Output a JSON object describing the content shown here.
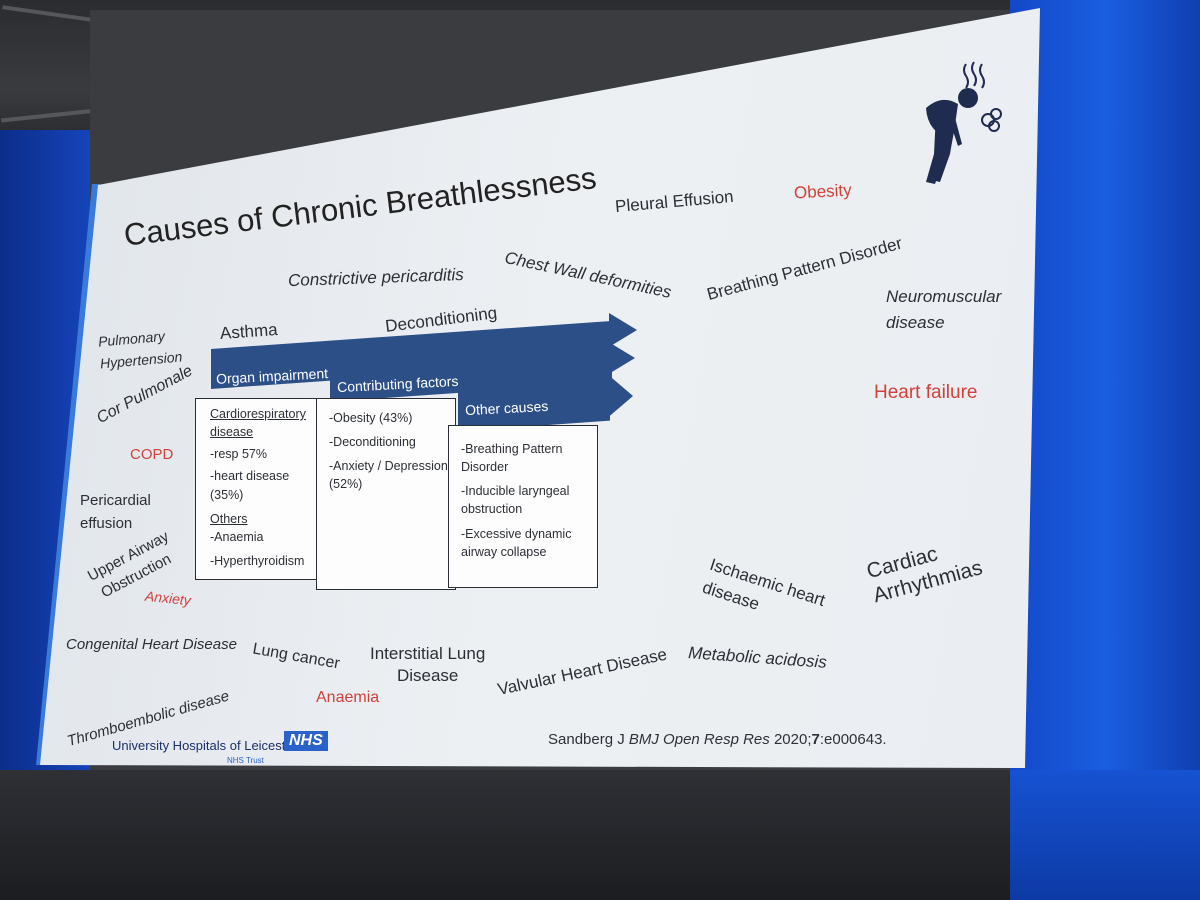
{
  "slide": {
    "title": "Causes of Chronic Breathlessness",
    "terms": {
      "pleural_effusion": "Pleural Effusion",
      "obesity": "Obesity",
      "chest_wall": "Chest Wall deformities",
      "breathing_pattern": "Breathing Pattern Disorder",
      "constrictive": "Constrictive pericarditis",
      "neuromuscular_1": "Neuromuscular",
      "neuromuscular_2": "disease",
      "pulm_hyp_1": "Pulmonary",
      "pulm_hyp_2": "Hypertension",
      "asthma": "Asthma",
      "deconditioning": "Deconditioning",
      "heart_failure": "Heart failure",
      "cor_pulmonale": "Cor Pulmonale",
      "copd": "COPD",
      "pericardial_1": "Pericardial",
      "pericardial_2": "effusion",
      "upper_airway_1": "Upper Airway",
      "upper_airway_2": "Obstruction",
      "anxiety": "Anxiety",
      "cardiac_arr_1": "Cardiac",
      "cardiac_arr_2": "Arrhythmias",
      "ischaemic_1": "Ischaemic heart",
      "ischaemic_2": "disease",
      "congenital": "Congenital Heart Disease",
      "lung_cancer": "Lung cancer",
      "interstitial_1": "Interstitial Lung",
      "interstitial_2": "Disease",
      "valvular": "Valvular Heart Disease",
      "metabolic": "Metabolic acidosis",
      "thromboembolic": "Thromboembolic disease",
      "anaemia": "Anaemia"
    },
    "diagram": {
      "organ": {
        "header": "Organ impairment",
        "line1": "Cardiorespiratory",
        "line2": "disease",
        "line3": "-resp 57%",
        "line4": "-heart disease (35%)",
        "line5": "Others",
        "line6": "-Anaemia",
        "line7": "-Hyperthyroidism"
      },
      "contrib": {
        "header": "Contributing factors",
        "line1": "-Obesity (43%)",
        "line2": "-Deconditioning",
        "line3": "-Anxiety / Depression",
        "line4": "(52%)"
      },
      "other": {
        "header": "Other causes",
        "line1": "-Breathing Pattern",
        "line2": "Disorder",
        "line3": "-Inducible laryngeal",
        "line4": "obstruction",
        "line5": "-Excessive dynamic",
        "line6": "airway collapse"
      }
    },
    "footer": {
      "org": "University Hospitals of Leicester",
      "nhs": "NHS",
      "trust": "NHS Trust",
      "citation_a": "Sandberg J ",
      "citation_b": "BMJ Open Resp Res",
      "citation_c": " 2020;",
      "citation_d": "7",
      "citation_e": ":e000643."
    },
    "icon": "breathless-person-icon",
    "colors": {
      "accent_red": "#d0413a",
      "diagram_blue": "#2c4f88",
      "nhs_blue": "#2a62c9"
    }
  }
}
